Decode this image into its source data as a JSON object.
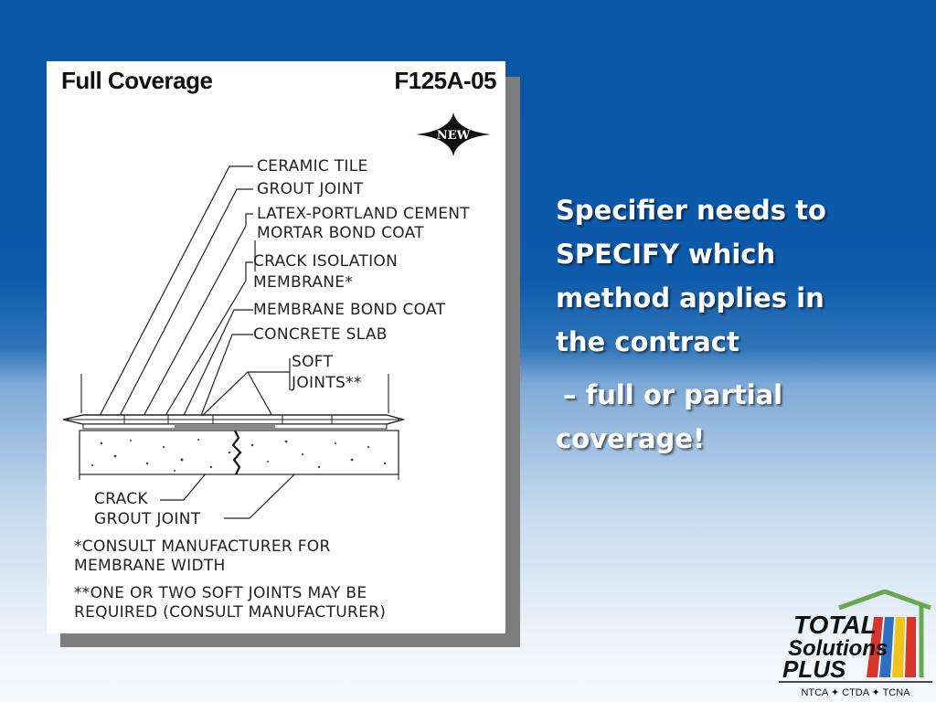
{
  "card": {
    "title": "Full Coverage",
    "code": "F125A-05",
    "badge": "NEW"
  },
  "detail_labels": {
    "ceramic_tile": "CERAMIC TILE",
    "grout_joint_top": "GROUT JOINT",
    "latex_line1": "LATEX-PORTLAND CEMENT",
    "latex_line2": "MORTAR BOND COAT",
    "crack_iso_line1": "CRACK ISOLATION",
    "crack_iso_line2": "MEMBRANE*",
    "membrane_bond": "MEMBRANE BOND COAT",
    "concrete_slab": "CONCRETE SLAB",
    "soft_line1": "SOFT",
    "soft_line2": "JOINTS**",
    "crack": "CRACK",
    "grout_joint_bottom": "GROUT JOINT"
  },
  "notes": {
    "note1_line1": "*CONSULT MANUFACTURER FOR",
    "note1_line2": "MEMBRANE WIDTH",
    "note2_line1": "**ONE OR TWO SOFT JOINTS MAY BE",
    "note2_line2": "REQUIRED (CONSULT MANUFACTURER)"
  },
  "side_text": {
    "line1": "Specifier needs to",
    "line2": "SPECIFY which",
    "line3": "method applies in",
    "line4": "the contract",
    "line5": "– full or partial",
    "line6": "coverage!"
  },
  "logo": {
    "line1": "TOTAL",
    "line2": "Solutions",
    "line3": "PLUS",
    "tagline": "NTCA ✦ CTDA ✦ TCNA"
  },
  "colors": {
    "background_top": "#0b55a6",
    "background_bottom": "#f7fafd",
    "card_shadow": "#7d7d7d",
    "logo_green": "#6aa84f",
    "logo_red": "#d9342b",
    "logo_blue": "#2f6fc1",
    "logo_yellow": "#f2c318"
  }
}
